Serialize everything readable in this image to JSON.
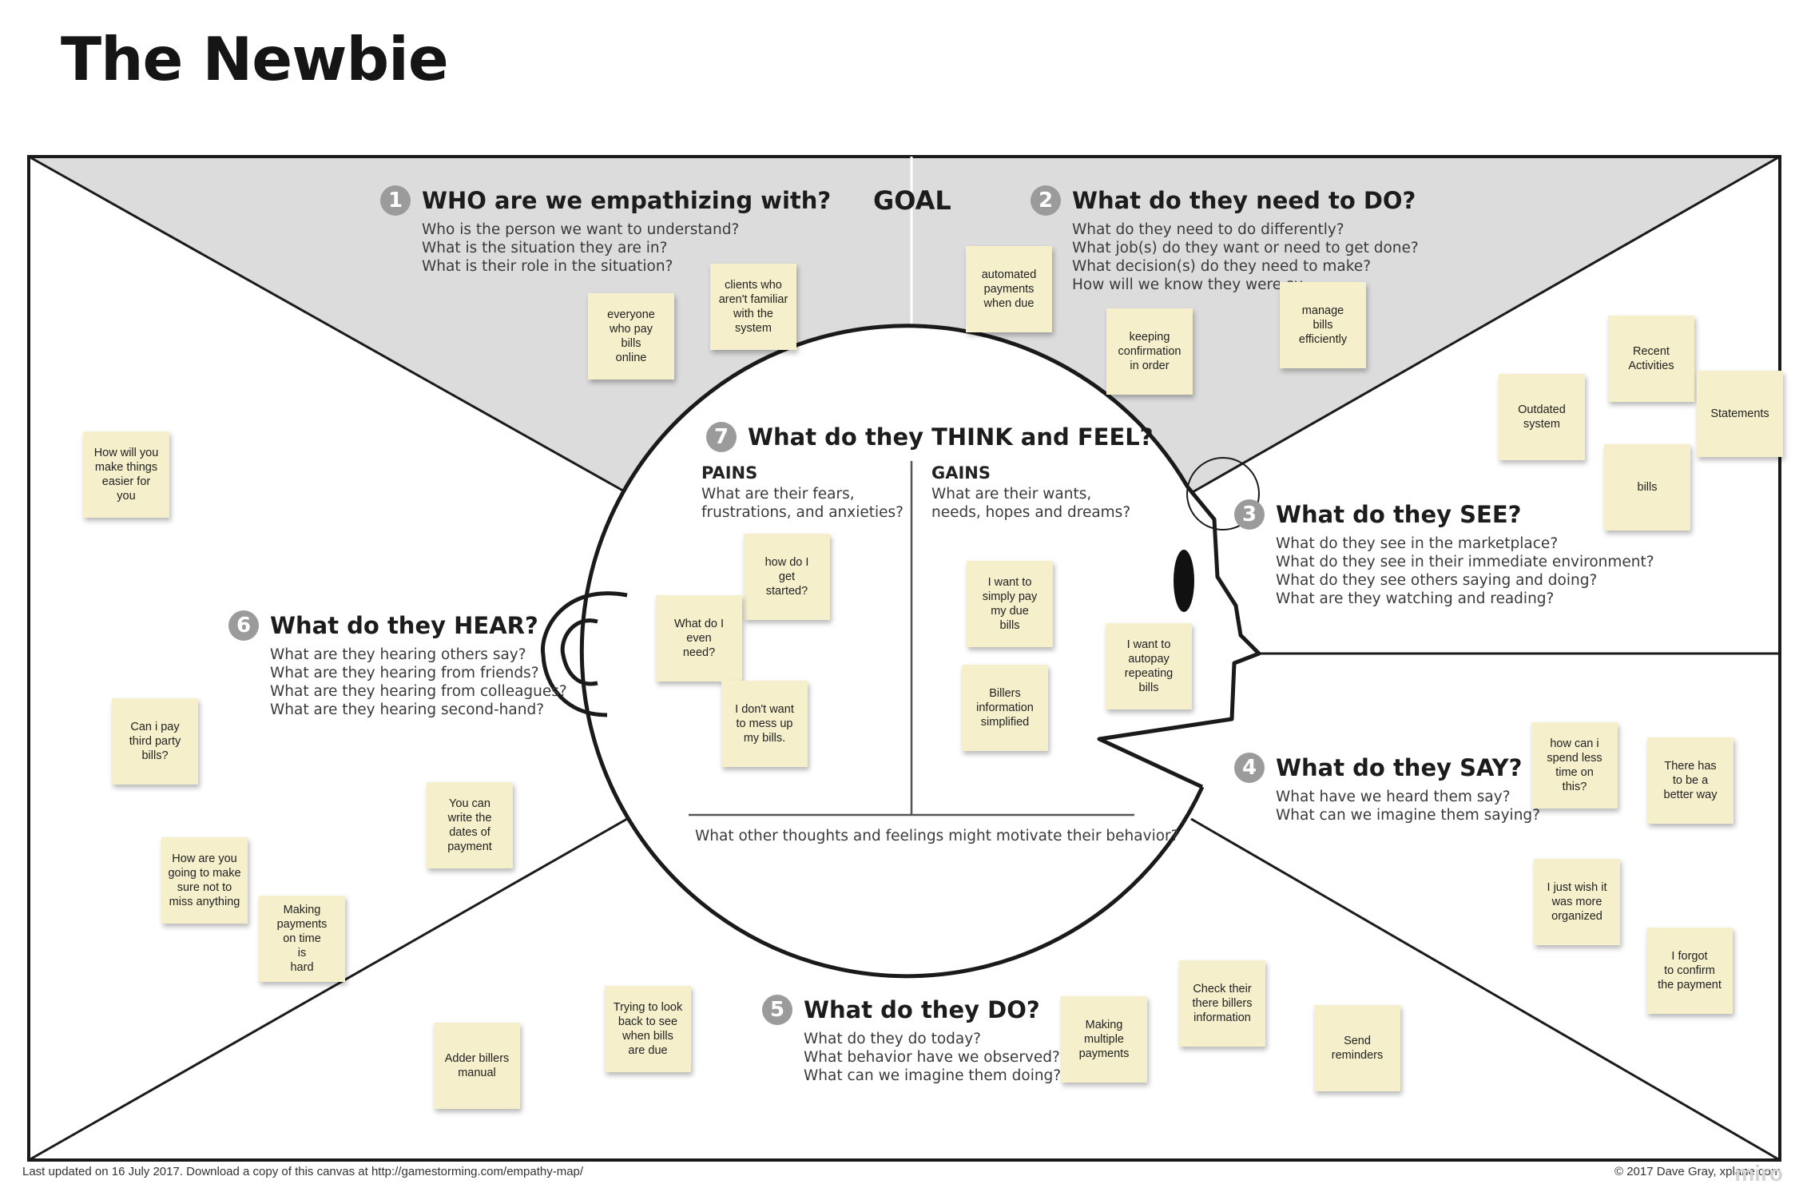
{
  "page": {
    "title": "The Newbie",
    "colors": {
      "note": "#f5efcb",
      "top_region": "#dcdcdc",
      "lines": "#1a1a1a",
      "badge": "#9b9b9b"
    }
  },
  "canvas": {
    "goal_label": "GOAL",
    "sections": {
      "who": {
        "num": "1",
        "title": "WHO are we empathizing with?",
        "questions": [
          "Who is the person we want to understand?",
          "What is the situation they are in?",
          "What is their role in the situation?"
        ]
      },
      "do_need": {
        "num": "2",
        "title": "What do they need to DO?",
        "questions": [
          "What do they need to do differently?",
          "What job(s) do they want or need to get done?",
          "What decision(s) do they need to make?",
          "How will we know they were su"
        ]
      },
      "see": {
        "num": "3",
        "title": "What do they SEE?",
        "questions": [
          "What do they see in the marketplace?",
          "What do they see in their immediate environment?",
          "What do they see others saying and doing?",
          "What are they watching and reading?"
        ]
      },
      "say": {
        "num": "4",
        "title": "What do they SAY?",
        "questions": [
          "What have we heard them say?",
          "What can we imagine them saying?"
        ]
      },
      "do": {
        "num": "5",
        "title": "What do they DO?",
        "questions": [
          "What do they do today?",
          "What behavior have we observed?",
          "What can we imagine them doing?"
        ]
      },
      "hear": {
        "num": "6",
        "title": "What do they HEAR?",
        "questions": [
          "What are they hearing others say?",
          "What are they hearing from friends?",
          "What are they hearing from colleagues?",
          "What are they hearing second-hand?"
        ]
      },
      "think_feel": {
        "num": "7",
        "title": "What do they THINK and FEEL?",
        "pains_title": "PAINS",
        "pains_q": [
          "What are their fears,",
          "frustrations, and anxieties?"
        ],
        "gains_title": "GAINS",
        "gains_q": [
          "What are their wants,",
          "needs, hopes and dreams?"
        ],
        "other": "What other thoughts and feelings might motivate their behavior?"
      }
    },
    "footer_left": "Last updated on 16 July 2017. Download a copy of this canvas at http://gamestorming.com/empathy-map/",
    "footer_right": "© 2017 Dave Gray, xplane.com",
    "watermark": "miro"
  },
  "notes": [
    {
      "id": "who-everyone",
      "text": "everyone\nwho pay\nbills\nonline"
    },
    {
      "id": "who-clients",
      "text": "clients who\naren't familiar\nwith the\nsystem"
    },
    {
      "id": "need-automated",
      "text": "automated\npayments\nwhen due"
    },
    {
      "id": "need-keeping",
      "text": "keeping\nconfirmation\nin order"
    },
    {
      "id": "need-manage",
      "text": "manage\nbills\nefficiently"
    },
    {
      "id": "see-recent",
      "text": "Recent\nActivities"
    },
    {
      "id": "see-outdated",
      "text": "Outdated\nsystem"
    },
    {
      "id": "see-statements",
      "text": "Statements"
    },
    {
      "id": "see-bills",
      "text": "bills"
    },
    {
      "id": "hear-easier",
      "text": "How will you\nmake things\neasier for\nyou"
    },
    {
      "id": "pain-started",
      "text": "how do I\nget\nstarted?"
    },
    {
      "id": "pain-need",
      "text": "What do I\neven\nneed?"
    },
    {
      "id": "pain-messup",
      "text": "I don't want\nto mess up\nmy bills."
    },
    {
      "id": "gain-simply",
      "text": "I want to\nsimply pay\nmy due\nbills"
    },
    {
      "id": "gain-billers",
      "text": "Billers\ninformation\nsimplified"
    },
    {
      "id": "gain-autopay",
      "text": "I want to\nautopay\nrepeating\nbills"
    },
    {
      "id": "hear-third",
      "text": "Can i pay\nthird party\nbills?"
    },
    {
      "id": "hear-write",
      "text": "You can\nwrite the\ndates of\npayment"
    },
    {
      "id": "hear-sure",
      "text": "How are you\ngoing to make\nsure not to\nmiss anything"
    },
    {
      "id": "hear-ontime",
      "text": "Making\npayments\non time\nis\nhard"
    },
    {
      "id": "say-spendless",
      "text": "how can i\nspend less\ntime on\nthis?"
    },
    {
      "id": "say-betterway",
      "text": "There has\nto be a\nbetter way"
    },
    {
      "id": "say-organized",
      "text": "I just wish it\nwas more\norganized"
    },
    {
      "id": "say-forgot",
      "text": "I forgot\nto confirm\nthe payment"
    },
    {
      "id": "do-trying",
      "text": "Trying to look\nback to see\nwhen bills\nare due"
    },
    {
      "id": "do-adder",
      "text": "Adder billers\nmanual"
    },
    {
      "id": "do-multiple",
      "text": "Making\nmultiple\npayments"
    },
    {
      "id": "do-check",
      "text": "Check their\nthere billers\ninformation"
    },
    {
      "id": "do-reminders",
      "text": "Send\nreminders"
    }
  ]
}
